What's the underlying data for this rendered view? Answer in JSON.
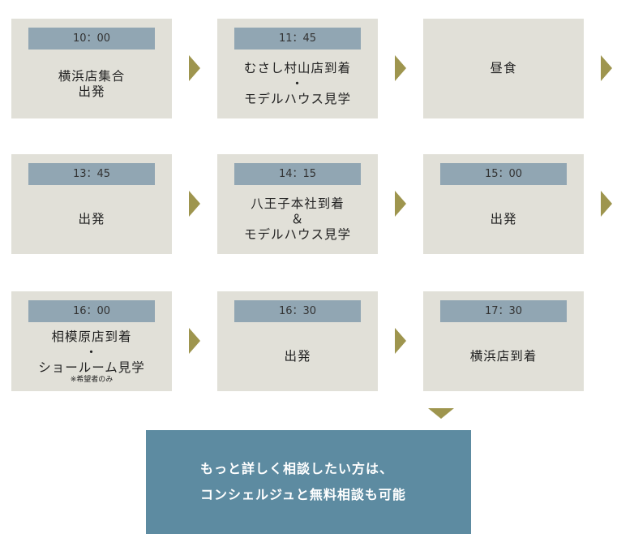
{
  "steps": [
    {
      "time": "10：00",
      "lines": [
        "横浜店集合",
        "出発"
      ]
    },
    {
      "time": "11：45",
      "lines": [
        "むさし村山店到着",
        "・",
        "モデルハウス見学"
      ]
    },
    {
      "time": "",
      "lines": [
        "昼食"
      ]
    },
    {
      "time": "13：45",
      "lines": [
        "出発"
      ]
    },
    {
      "time": "14：15",
      "lines": [
        "八王子本社到着",
        "＆",
        "モデルハウス見学"
      ]
    },
    {
      "time": "15：00",
      "lines": [
        "出発"
      ]
    },
    {
      "time": "16：00",
      "lines": [
        "相模原店到着",
        "・",
        "ショールーム見学"
      ],
      "note": "※希望者のみ"
    },
    {
      "time": "16：30",
      "lines": [
        "出発"
      ]
    },
    {
      "time": "17：30",
      "lines": [
        "横浜店到着"
      ]
    }
  ],
  "cta": {
    "line1": "もっと詳しく相談したい方は、",
    "line2": "コンシェルジュと無料相談も可能"
  },
  "colors": {
    "card": "#e1e0d8",
    "time_bar": "#91a6b3",
    "arrow": "#9e954e",
    "cta": "#5d8ba1"
  }
}
